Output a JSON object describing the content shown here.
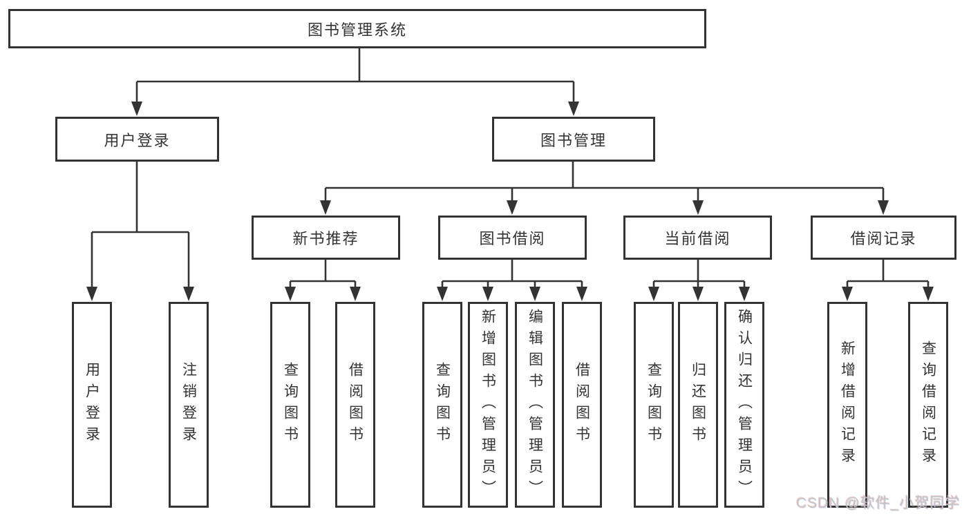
{
  "colors": {
    "line": "#333333",
    "box_border": "#333333",
    "box_background": "#ffffff",
    "text": "#333333",
    "watermark": "#c3c3c3"
  },
  "watermark": {
    "text": "CSDN @软件_小贺同学"
  },
  "tree": {
    "label": "图书管理系统",
    "children": [
      {
        "label": "用户登录",
        "children": [
          {
            "label": "用户登录"
          },
          {
            "label": "注销登录"
          }
        ]
      },
      {
        "label": "图书管理",
        "children": [
          {
            "label": "新书推荐",
            "children": [
              {
                "label": "查询图书"
              },
              {
                "label": "借阅图书"
              }
            ]
          },
          {
            "label": "图书借阅",
            "children": [
              {
                "label": "查询图书"
              },
              {
                "label": "新增图书（管理员）"
              },
              {
                "label": "编辑图书（管理员）"
              },
              {
                "label": "借阅图书"
              }
            ]
          },
          {
            "label": "当前借阅",
            "children": [
              {
                "label": "查询图书"
              },
              {
                "label": "归还图书"
              },
              {
                "label": "确认归还（管理员）"
              }
            ]
          },
          {
            "label": "借阅记录",
            "children": [
              {
                "label": "新增借阅记录"
              },
              {
                "label": "查询借阅记录"
              }
            ]
          }
        ]
      }
    ]
  }
}
